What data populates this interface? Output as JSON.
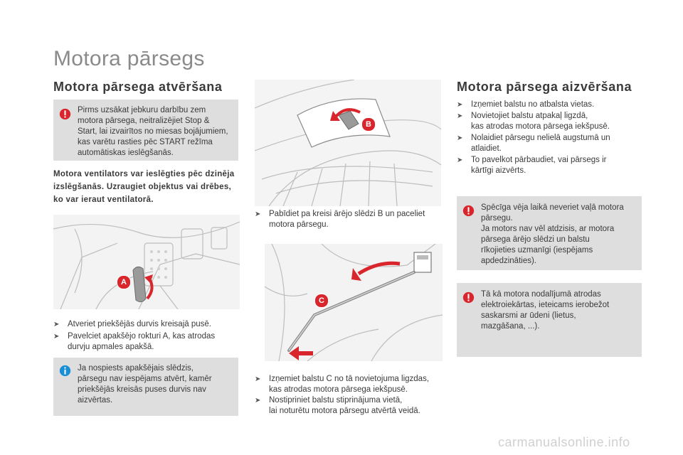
{
  "title": "Motora pārsegs",
  "left": {
    "heading": "Motora pārsega atvēršana",
    "warning1": "Pirms uzsākat jebkuru darbību zem\nmotora pārsega, neitralizējiet Stop &\nStart, lai izvairītos no miesas bojājumiem,\nkas varētu rasties pēc START režīma\nautomātiskas ieslēgšanās.",
    "bold_note": "Motora ventilators var ieslēgties pēc dzinēja izslēgšanās. Uzraugiet objektus vai drēbes, ko var ieraut ventilatorā.",
    "steps": [
      "Atveriet priekšējās durvis kreisajā pusē.",
      "Pavelciet apakšējo rokturi A, kas atrodas\ndurvju apmales apakšā."
    ],
    "info": "Ja nospiests apakšējais slēdzis,\npārsegu nav iespējams atvērt, kamēr\npriekšējās kreisās puses durvis nav\naizvērtas.",
    "label_a": "A"
  },
  "middle": {
    "step_b": "Pabīdiet pa kreisi ārējo slēdzi B un paceliet\nmotora pārsegu.",
    "steps_c": [
      "Izņemiet balstu C no tā novietojuma ligzdas,\nkas atrodas motora pārsega iekšpusē.",
      "Nostipriniet balstu stiprinājuma vietā,\nlai noturētu motora pārsegu atvērtā veidā."
    ],
    "label_b": "B",
    "label_c": "C"
  },
  "right": {
    "heading": "Motora pārsega aizvēršana",
    "steps": [
      "Izņemiet balstu no atbalsta vietas.",
      "Novietojiet balstu atpakaļ ligzdā,\nkas atrodas motora pārsega iekšpusē.",
      "Nolaidiet pārsegu nelielā augstumā un\natlaidiet.",
      "To pavelkot pārbaudiet, vai pārsegs ir\nkārtīgi aizvērts."
    ],
    "warning2": "Spēcīga vēja laikā neveriet vaļā motora\npārsegu.\nJa motors nav vēl atdzisis, ar motora\npārsega ārējo slēdzi un balstu\nrīkojieties uzmanīgi (iespējams\napdedzināties).",
    "info2": "Tā kā motora nodalījumā atrodas\nelektroiekārtas, ieteicams ierobežot\nsaskarsmi ar ūdeni (lietus,\nmazgāšana, ...)."
  },
  "watermark": "carmanualsonline.info",
  "colors": {
    "accent_red": "#d9262c",
    "info_blue": "#1a8fd6",
    "box_grey": "#dedede",
    "title_grey": "#8a8a8a"
  }
}
